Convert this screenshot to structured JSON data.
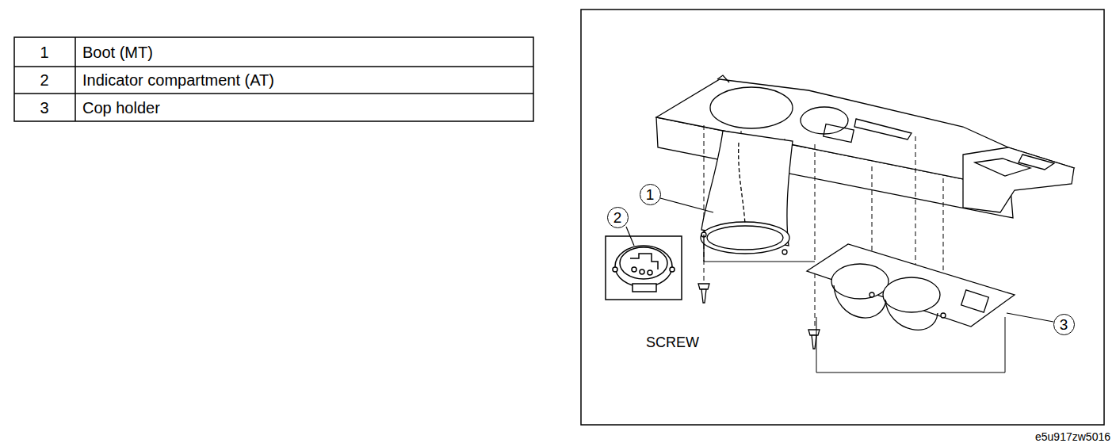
{
  "diagram": {
    "nodes": [
      {
        "text": [
          "1"
        ]
      },
      {
        "text": [
          "2"
        ]
      },
      {
        "text": [
          "3"
        ]
      }
    ],
    "labels": [
      "1",
      "Boot (MT)",
      "2",
      "Indicator compartment (AT)",
      "3",
      "Cop holder",
      "SCREW",
      "e5u917zw5016"
    ]
  }
}
